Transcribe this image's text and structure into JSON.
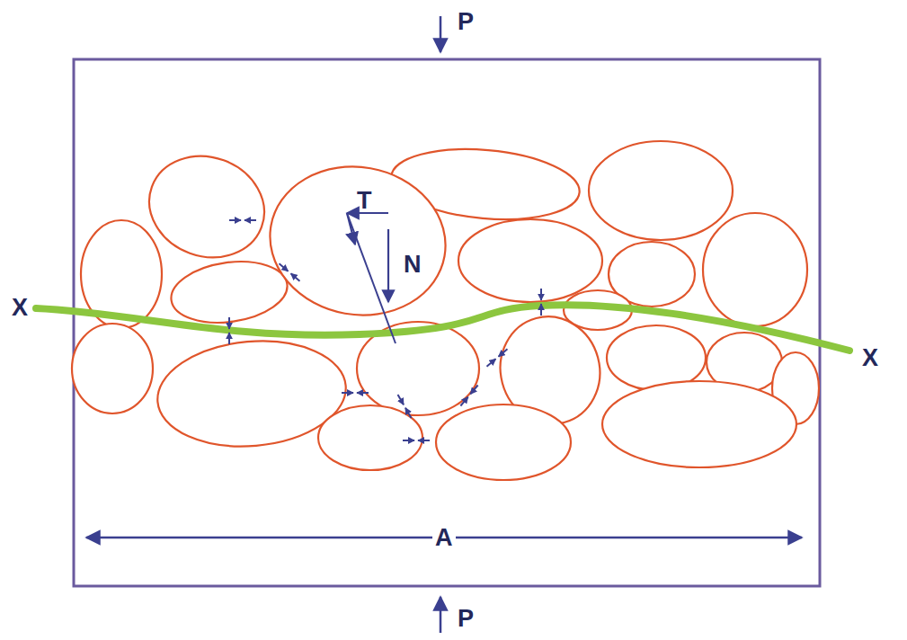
{
  "diagram": {
    "labels": [
      "P",
      "T",
      "N",
      "X",
      "X",
      "A",
      "P"
    ]
  }
}
